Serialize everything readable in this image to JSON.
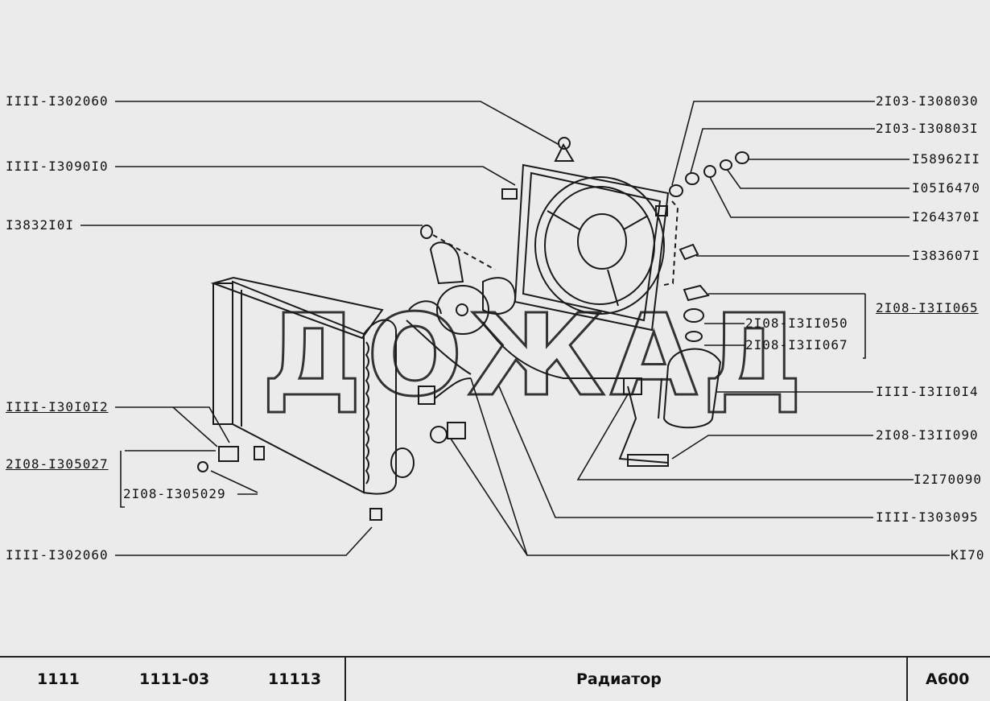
{
  "watermark": "ДОЖАД",
  "callouts": {
    "left": [
      {
        "id": "l1",
        "text": "IIII-I302060"
      },
      {
        "id": "l2",
        "text": "IIII-I3090I0"
      },
      {
        "id": "l3",
        "text": "I3832I0I"
      },
      {
        "id": "l4",
        "text": "IIII-I30I0I2"
      },
      {
        "id": "l5",
        "text": "2I08-I305027"
      },
      {
        "id": "l6",
        "text": "2I08-I305029"
      },
      {
        "id": "l7",
        "text": "IIII-I302060"
      }
    ],
    "right": [
      {
        "id": "r1",
        "text": "2I03-I308030"
      },
      {
        "id": "r2",
        "text": "2I03-I30803I"
      },
      {
        "id": "r3",
        "text": "I58962II"
      },
      {
        "id": "r4",
        "text": "I05I6470"
      },
      {
        "id": "r5",
        "text": "I264370I"
      },
      {
        "id": "r6",
        "text": "I383607I"
      },
      {
        "id": "r7",
        "text": "2I08-I3II065"
      },
      {
        "id": "r8",
        "text": "2I08-I3II050"
      },
      {
        "id": "r9",
        "text": "2I08-I3II067"
      },
      {
        "id": "r10",
        "text": "IIII-I3II0I4"
      },
      {
        "id": "r11",
        "text": "2I08-I3II090"
      },
      {
        "id": "r12",
        "text": "I2I70090"
      },
      {
        "id": "r13",
        "text": "IIII-I303095"
      },
      {
        "id": "r14",
        "text": "KI70"
      }
    ]
  },
  "footer": {
    "models": [
      "1111",
      "1111-03",
      "11113"
    ],
    "title": "Радиатор",
    "code": "A600"
  }
}
